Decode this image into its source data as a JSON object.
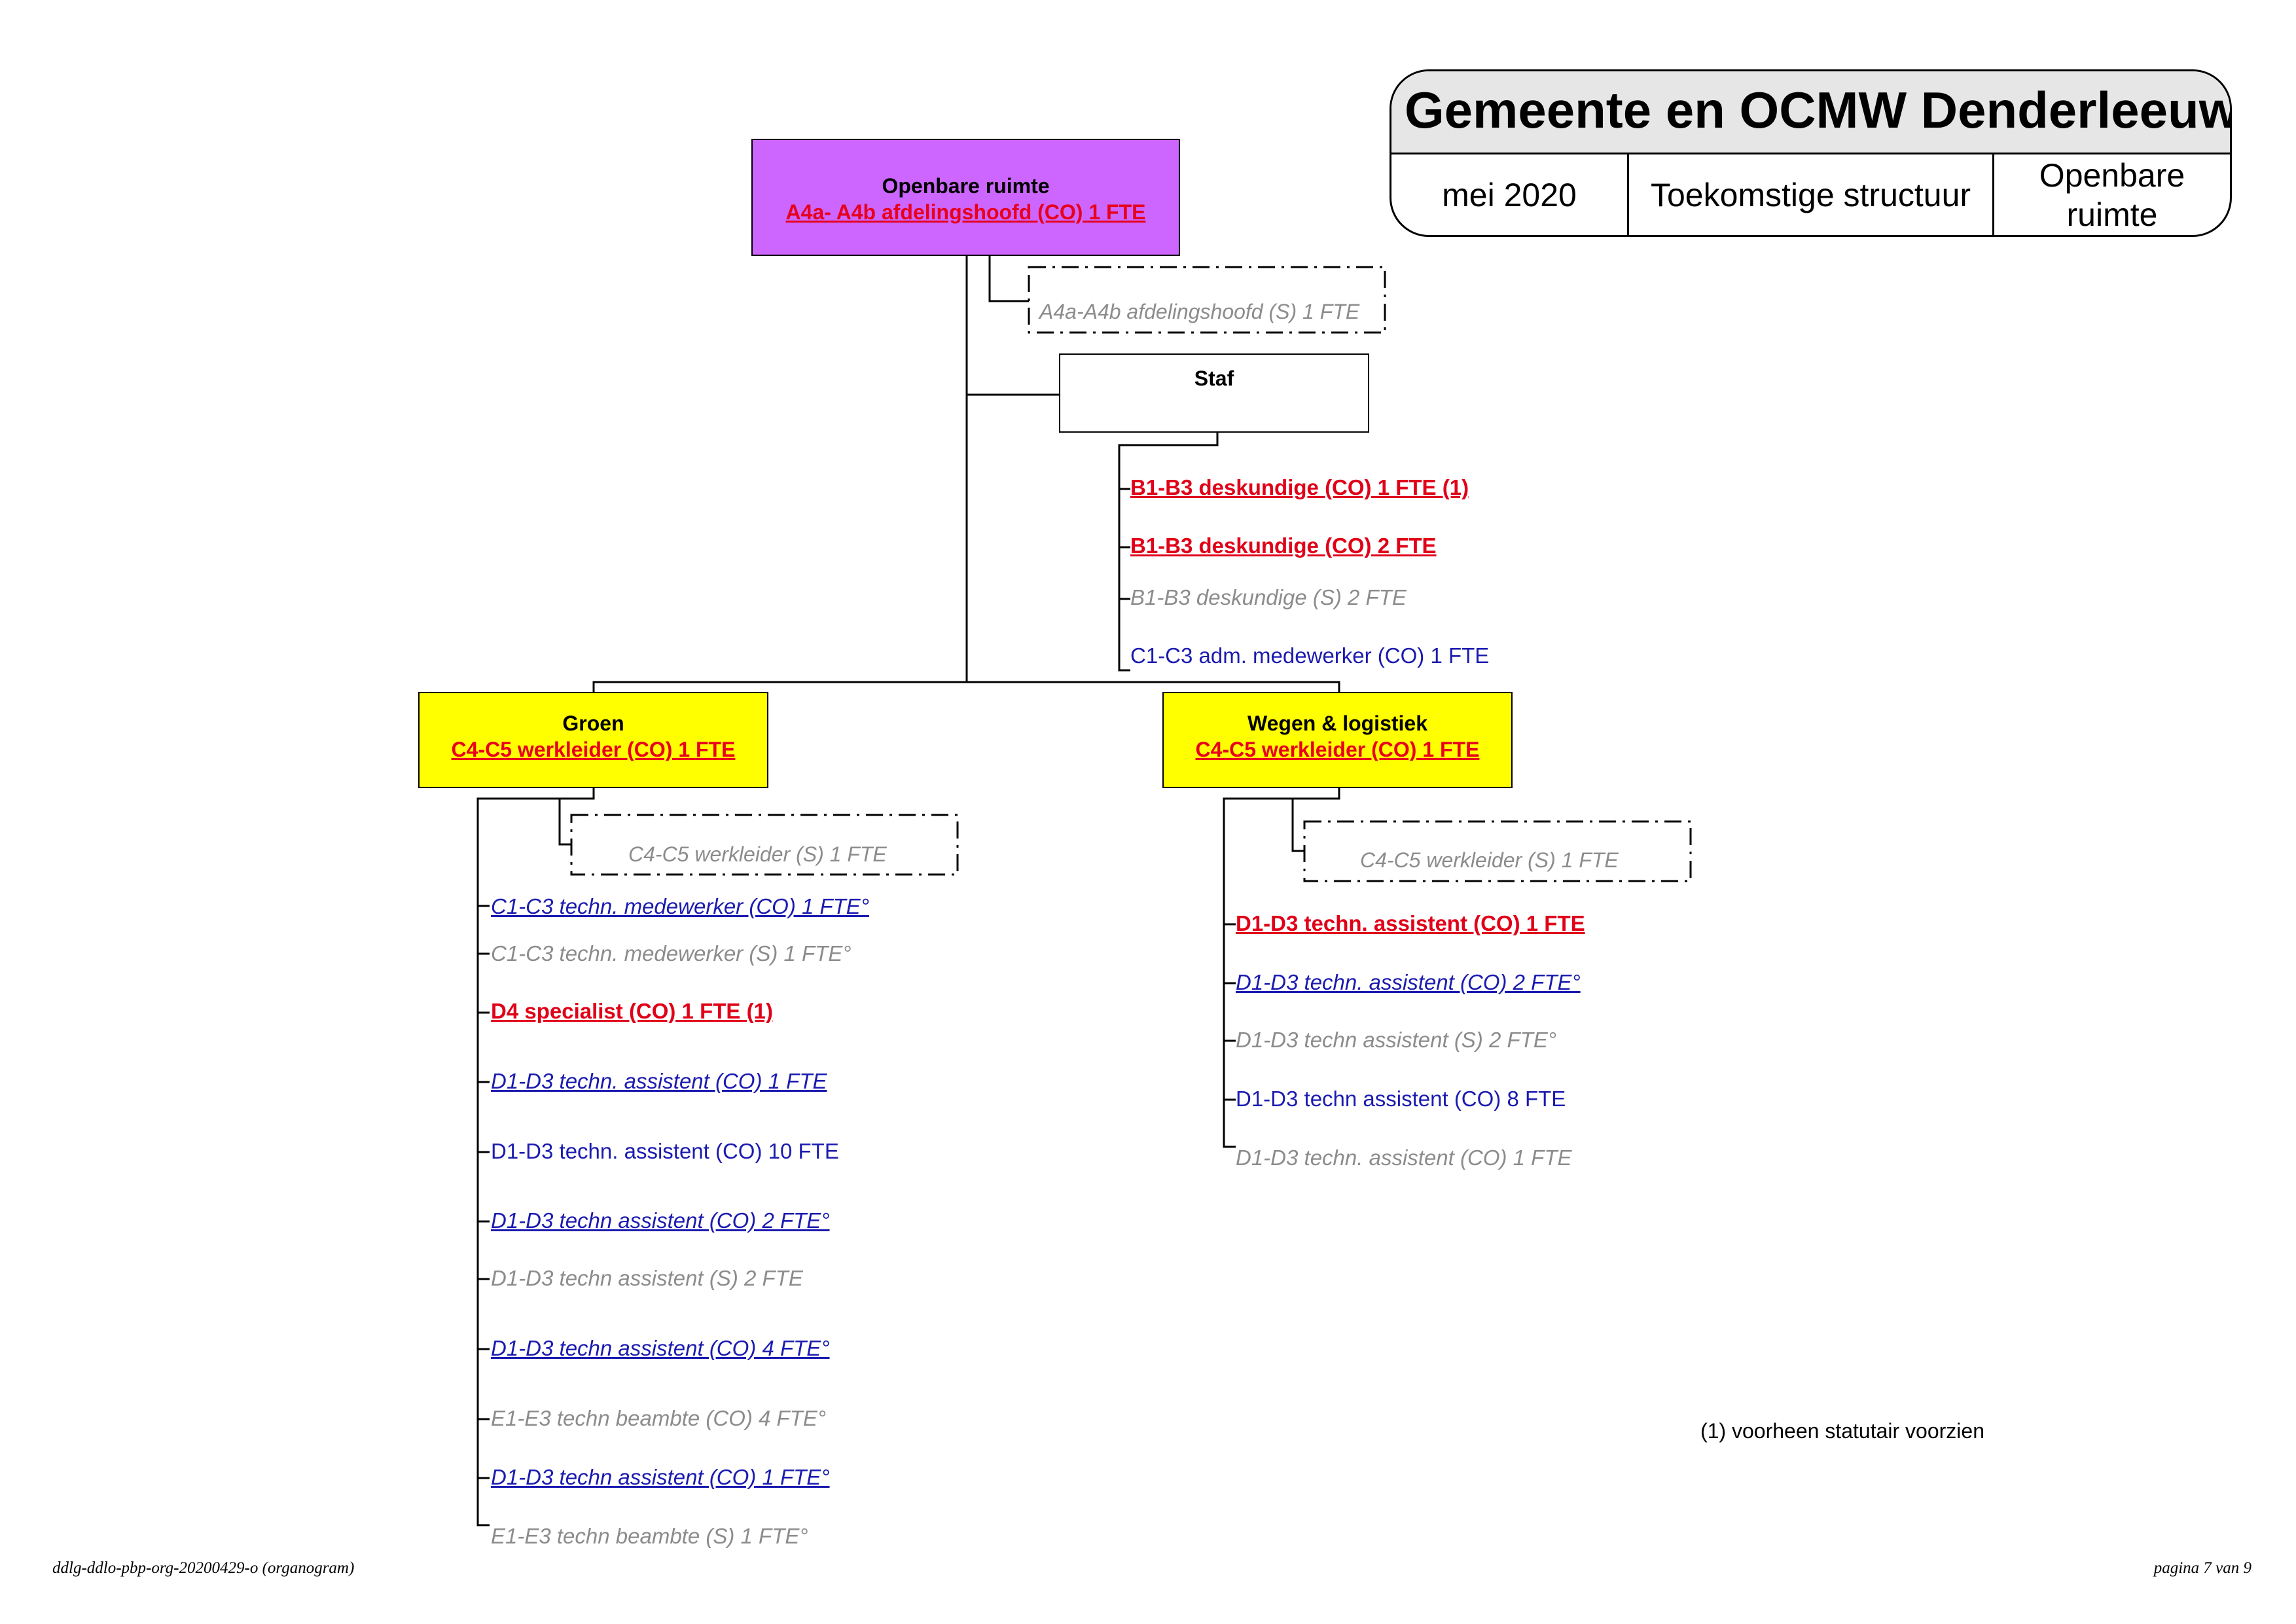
{
  "header": {
    "title": "Gemeente en OCMW Denderleeuw",
    "date": "mei 2020",
    "structure": "Toekomstige structuur",
    "department": "Openbare ruimte"
  },
  "top": {
    "title": "Openbare ruimte",
    "sub": "A4a- A4b afdelingshoofd (CO) 1 FTE",
    "statutory": "A4a-A4b afdelingshoofd (S) 1 FTE"
  },
  "staf": {
    "title": "Staf",
    "items": [
      "B1-B3 deskundige (CO) 1 FTE (1)",
      "B1-B3 deskundige (CO) 2 FTE",
      "B1-B3 deskundige (S) 2 FTE",
      "C1-C3 adm. medewerker (CO) 1 FTE"
    ]
  },
  "groen": {
    "title": "Groen",
    "sub": "C4-C5 werkleider (CO) 1 FTE",
    "statutory": "C4-C5 werkleider (S) 1 FTE",
    "items": [
      "C1-C3 techn. medewerker (CO) 1 FTE°",
      "C1-C3 techn. medewerker (S) 1 FTE°",
      "D4 specialist (CO) 1 FTE (1)",
      "D1-D3 techn. assistent (CO) 1 FTE",
      "D1-D3 techn. assistent (CO) 10 FTE",
      "D1-D3 techn assistent (CO) 2 FTE°",
      "D1-D3 techn assistent (S) 2 FTE",
      "D1-D3 techn assistent (CO) 4 FTE°",
      "E1-E3 techn beambte (CO) 4 FTE°",
      "D1-D3 techn assistent (CO) 1 FTE°",
      "E1-E3 techn beambte (S) 1 FTE°"
    ]
  },
  "wegen": {
    "title": "Wegen & logistiek",
    "sub": "C4-C5 werkleider (CO) 1 FTE",
    "statutory": "C4-C5 werkleider (S) 1 FTE",
    "items": [
      "D1-D3 techn. assistent (CO) 1 FTE",
      "D1-D3 techn. assistent (CO) 2 FTE°",
      "D1-D3 techn assistent (S) 2 FTE°",
      "D1-D3 techn assistent (CO) 8 FTE",
      "D1-D3 techn. assistent (CO) 1 FTE"
    ]
  },
  "note": "(1) voorheen statutair voorzien",
  "footer": {
    "left": "ddlg-ddlo-pbp-org-20200429-o (organogram)",
    "right": "pagina 7 van 9"
  },
  "colors": {
    "top_box": "#cc66ff",
    "unit_box": "#ffff00",
    "header_band": "#e6e6e6",
    "new_position": "#e00018",
    "contract_position": "#1b1bb0",
    "statutory_position": "#8c8c8c"
  }
}
